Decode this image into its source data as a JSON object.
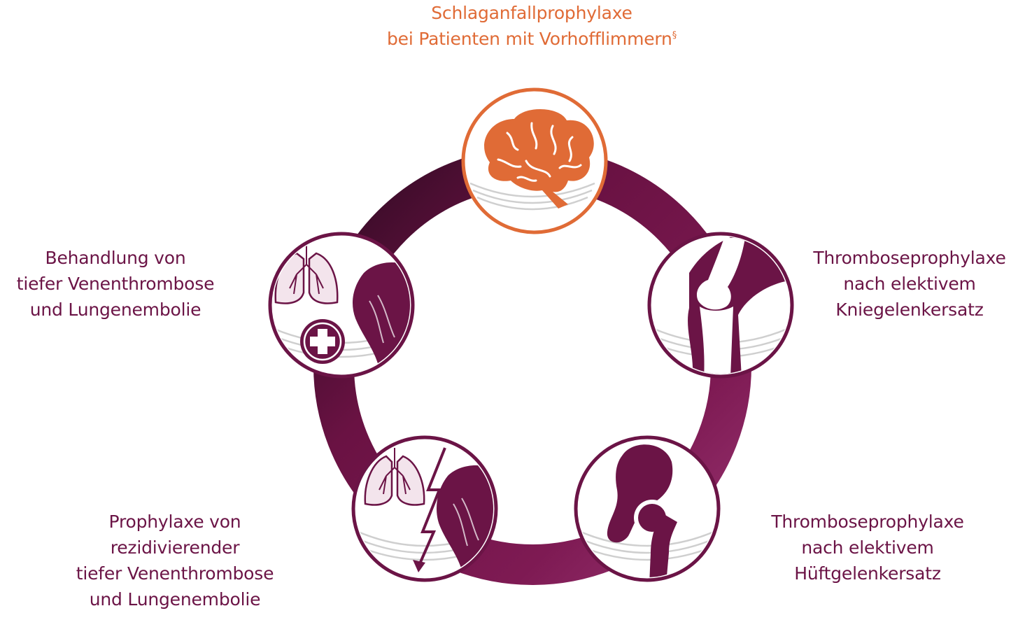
{
  "diagram": {
    "nodes": [
      {
        "id": "stroke",
        "lines": [
          "Schlaganfallprophylaxe",
          "bei Patienten mit Vorhofflimmern"
        ],
        "footnote_mark": "§",
        "icon": "brain-icon",
        "color": "#e06b36"
      },
      {
        "id": "knee",
        "lines": [
          "Thromboseprophylaxe",
          "nach elektivem",
          "Kniegelenkersatz"
        ],
        "icon": "knee-joint-icon",
        "color": "#6b1446"
      },
      {
        "id": "hip",
        "lines": [
          "Thromboseprophylaxe",
          "nach elektivem",
          "Hüftgelenkersatz"
        ],
        "icon": "hip-joint-icon",
        "color": "#6b1446"
      },
      {
        "id": "recurrent",
        "lines": [
          "Prophylaxe von",
          "rezidivierender",
          "tiefer Venenthrombose",
          "und Lungenembolie"
        ],
        "icon": "lungs-leg-lightning-icon",
        "color": "#6b1446"
      },
      {
        "id": "treatment",
        "lines": [
          "Behandlung von",
          "tiefer Venenthrombose",
          "und Lungenembolie"
        ],
        "icon": "lungs-leg-medical-cross-icon",
        "color": "#6b1446"
      }
    ],
    "colors": {
      "ring_dark": "#3d0c2c",
      "ring_mid": "#74124a",
      "ring_light": "#8f2d68",
      "brand_purple": "#6b1446",
      "accent_orange": "#e06b36",
      "lung_fill": "#f3e4ec"
    }
  }
}
